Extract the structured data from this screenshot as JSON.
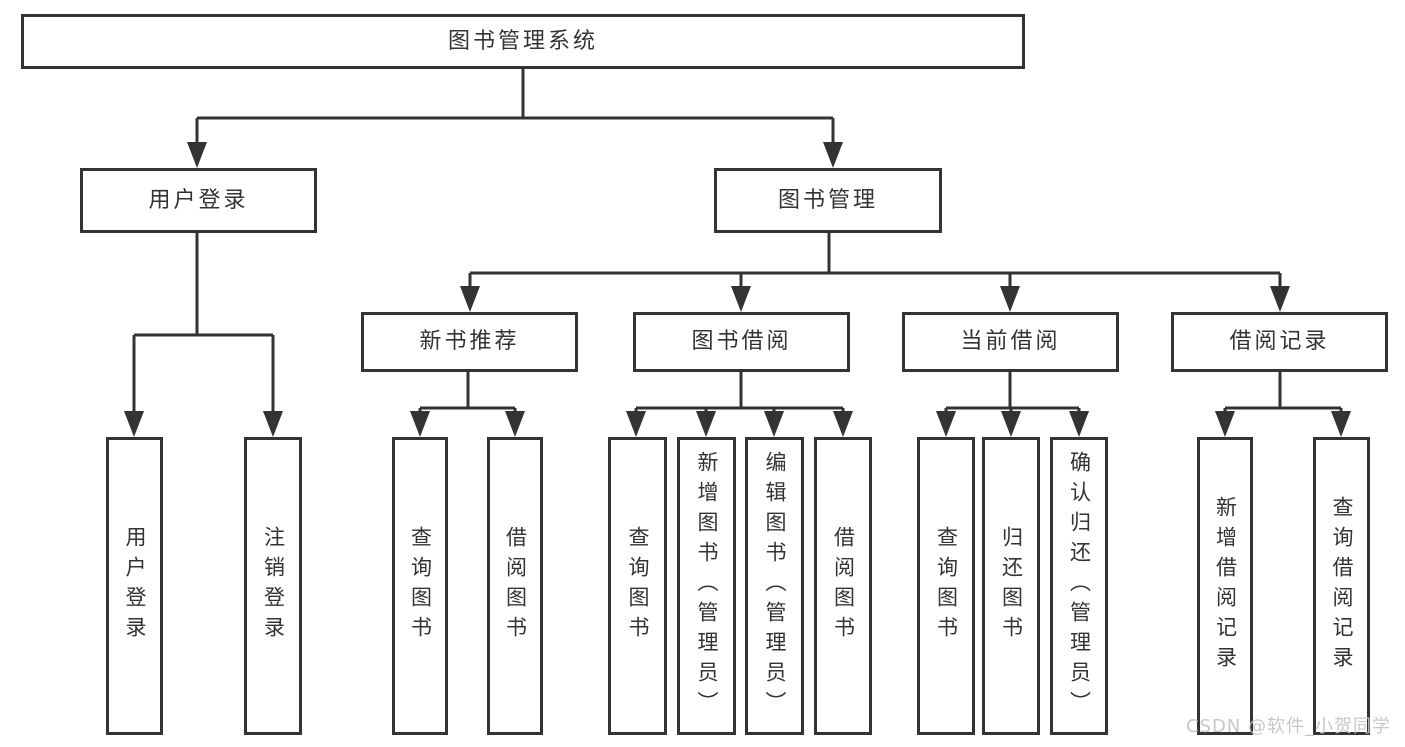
{
  "diagram": {
    "root": {
      "label": "图书管理系统"
    },
    "branches": [
      {
        "label": "用户登录",
        "children": [
          {
            "label": "用户登录"
          },
          {
            "label": "注销登录"
          }
        ]
      },
      {
        "label": "图书管理",
        "children": [
          {
            "label": "新书推荐",
            "children": [
              {
                "label": "查询图书"
              },
              {
                "label": "借阅图书"
              }
            ]
          },
          {
            "label": "图书借阅",
            "children": [
              {
                "label": "查询图书"
              },
              {
                "label": "新增图书（管理员）"
              },
              {
                "label": "编辑图书（管理员）"
              },
              {
                "label": "借阅图书"
              }
            ]
          },
          {
            "label": "当前借阅",
            "children": [
              {
                "label": "查询图书"
              },
              {
                "label": "归还图书"
              },
              {
                "label": "确认归还（管理员）"
              }
            ]
          },
          {
            "label": "借阅记录",
            "children": [
              {
                "label": "新增借阅记录"
              },
              {
                "label": "查询借阅记录"
              }
            ]
          }
        ]
      }
    ],
    "watermark": "CSDN @软件_小贺同学",
    "colors": {
      "line": "#333333",
      "box_border": "#333333",
      "text": "#333333",
      "background": "#ffffff",
      "watermark": "#c5c5c5"
    }
  }
}
